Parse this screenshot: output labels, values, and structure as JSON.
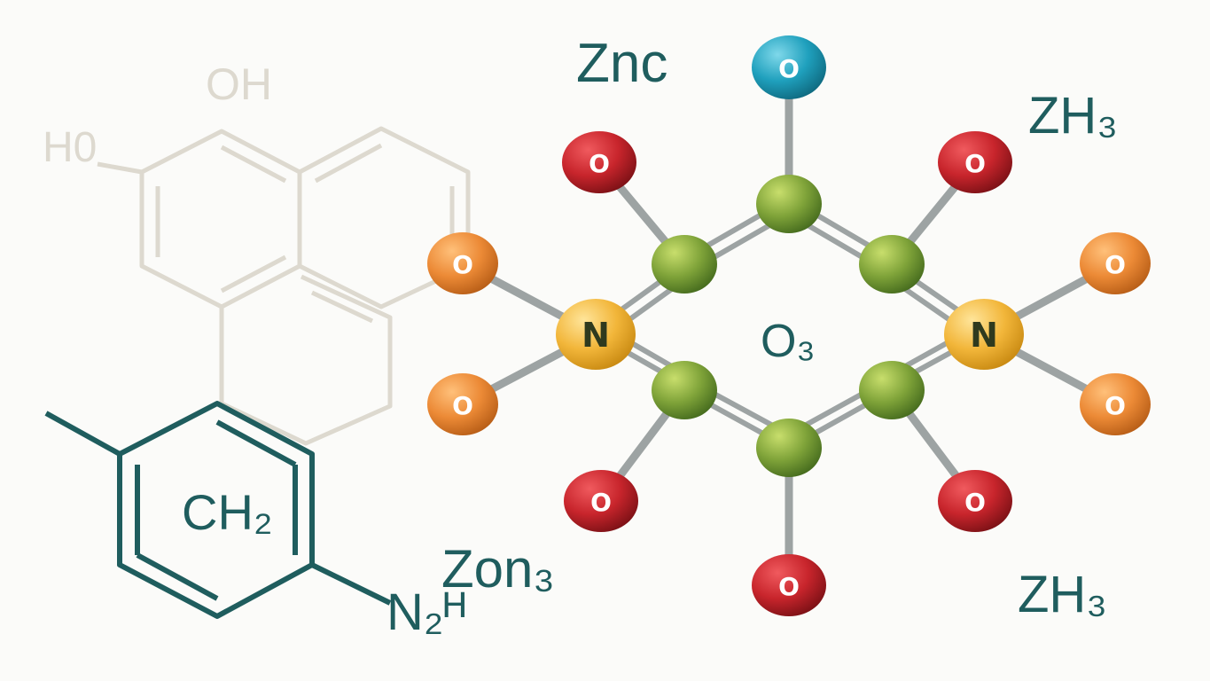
{
  "colors": {
    "background": "#fbfbf9",
    "faded_structure": "#ddd9cf",
    "teal": "#1f5d5e",
    "oxygen_red": "#c8252c",
    "oxygen_orange": "#ec8a36",
    "oxygen_blue": "#1fa0bd",
    "nitrogen_yellow": "#f2b63a",
    "carbon_green": "#7fa339",
    "bond_gray": "#9da3a3"
  },
  "faded_labels": {
    "oh": "OH",
    "h0": "H0"
  },
  "labels": {
    "znc": "Znc",
    "zh3_top": "ZH₃",
    "o3": "O₃",
    "zh3_bottom": "ZH₃",
    "ch2": "CH₂",
    "zon3": "Zon₃",
    "n2h": "N₂ᴴ"
  },
  "atoms": {
    "oxygen": "O",
    "nitrogen": "N"
  }
}
